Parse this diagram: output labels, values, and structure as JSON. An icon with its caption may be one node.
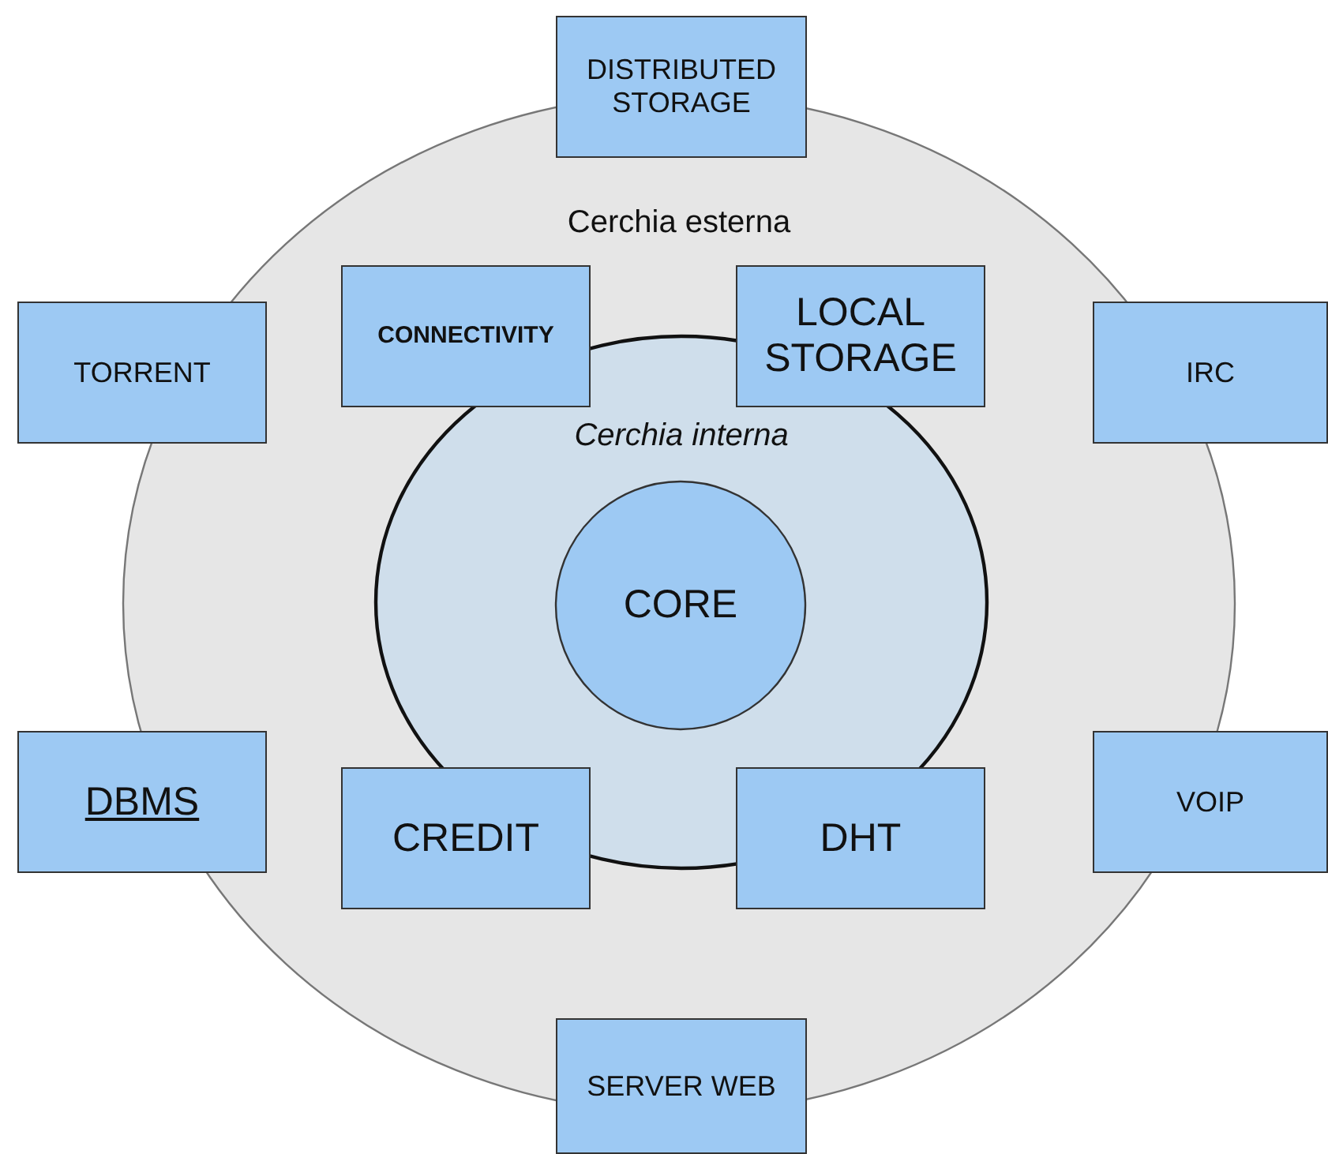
{
  "diagram": {
    "nodes": [
      {
        "text": [
          "DISTRIBUTED STORAGE"
        ]
      },
      {
        "text": [
          "Cerchia esterna"
        ]
      },
      {
        "text": [
          "TORRENT"
        ]
      },
      {
        "text": [
          "CONNECTIVITY"
        ],
        "in": 1
      },
      {
        "text": [
          "LOCAL STORAGE"
        ],
        "in": 1
      },
      {
        "text": [
          "IRC"
        ]
      },
      {
        "text": [
          "Cerchia interna"
        ],
        "in": 1
      },
      {
        "text": [
          "CORE"
        ],
        "in": 6
      },
      {
        "text": [
          "DBMS"
        ]
      },
      {
        "text": [
          "CREDIT"
        ],
        "in": 1
      },
      {
        "text": [
          "DHT"
        ],
        "in": 1
      },
      {
        "text": [
          "VOIP"
        ]
      },
      {
        "text": [
          "SERVER WEB"
        ]
      }
    ]
  }
}
